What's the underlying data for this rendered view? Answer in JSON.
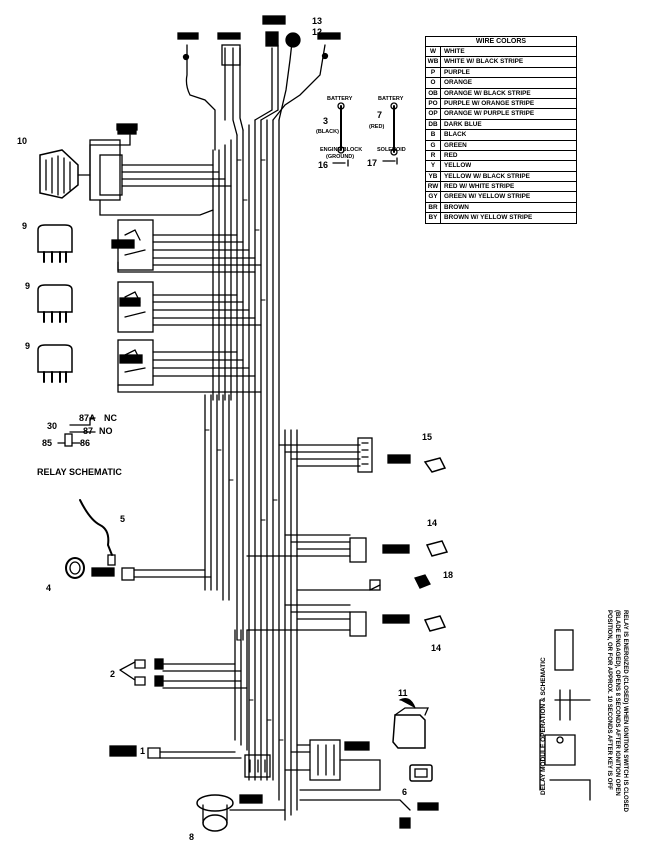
{
  "legend": {
    "title": "WIRE COLORS",
    "rows": [
      {
        "code": "W",
        "name": "WHITE"
      },
      {
        "code": "WB",
        "name": "WHITE W/ BLACK STRIPE"
      },
      {
        "code": "P",
        "name": "PURPLE"
      },
      {
        "code": "O",
        "name": "ORANGE"
      },
      {
        "code": "OB",
        "name": "ORANGE W/ BLACK STRIPE"
      },
      {
        "code": "PO",
        "name": "PURPLE W/ ORANGE STRIPE"
      },
      {
        "code": "OP",
        "name": "ORANGE W/ PURPLE STRIPE"
      },
      {
        "code": "DB",
        "name": "DARK BLUE"
      },
      {
        "code": "B",
        "name": "BLACK"
      },
      {
        "code": "G",
        "name": "GREEN"
      },
      {
        "code": "R",
        "name": "RED"
      },
      {
        "code": "Y",
        "name": "YELLOW"
      },
      {
        "code": "YB",
        "name": "YELLOW W/ BLACK STRIPE"
      },
      {
        "code": "RW",
        "name": "RED W/ WHITE STRIPE"
      },
      {
        "code": "GY",
        "name": "GREEN W/ YELLOW STRIPE"
      },
      {
        "code": "BR",
        "name": "BROWN"
      },
      {
        "code": "BY",
        "name": "BROWN W/ YELLOW STRIPE"
      }
    ]
  },
  "callouts": {
    "n1": "1",
    "n2": "2",
    "n3": "3",
    "n4": "4",
    "n5": "5",
    "n6": "6",
    "n7": "7",
    "n8": "8",
    "n9a": "9",
    "n9b": "9",
    "n9c": "9",
    "n10": "10",
    "n11": "11",
    "n12": "12",
    "n13": "13",
    "n14a": "14",
    "n14b": "14",
    "n15": "15",
    "n16": "16",
    "n17": "17",
    "n18": "18"
  },
  "battery": {
    "label_left": "BATTERY",
    "label_right": "BATTERY",
    "black": "(BLACK)",
    "red": "(RED)",
    "engine_block": "ENGINE BLOCK",
    "ground": "(GROUND)",
    "solenoid": "SOLENOID"
  },
  "relay_schematic": {
    "title": "RELAY SCHEMATIC",
    "t30": "30",
    "t87a": "87A",
    "nc": "NC",
    "t87": "87",
    "no": "NO",
    "t85": "85",
    "t86": "86"
  },
  "delay_module": {
    "title": "DELAY MODULE OPERATION & SCHEMATIC",
    "line1": "RELAY IS ENERGIZED (CLOSED) WHEN IGNITION SWITCH IS CLOSED",
    "line2": "(BLADE ENGAGED), OPENS 8 SECONDS AFTER IGNITION OPEN",
    "line3": "POSITION, OR FOR APPROX. 10 SECONDS AFTER KEY IS OFF"
  },
  "diagram": {
    "colors": {
      "ink": "#000000",
      "paper": "#ffffff"
    }
  }
}
